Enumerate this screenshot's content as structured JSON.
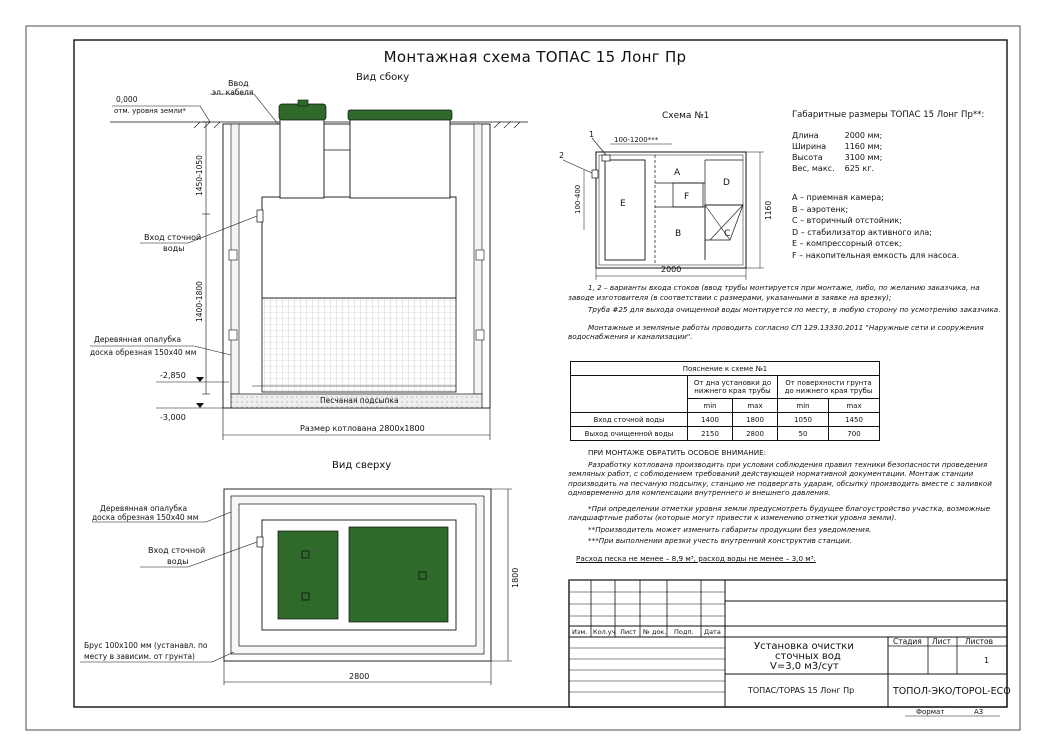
{
  "title": "Монтажная схема ТОПАС 15 Лонг Пр",
  "side_view": {
    "label": "Вид сбоку",
    "cable_entry": [
      "Ввод",
      "эл. кабеля"
    ],
    "ground_level": [
      "0,000",
      "отм. уровня земли*"
    ],
    "dim_upper": "1450-1050",
    "dim_lower": "1400-1800",
    "inlet": [
      "Вход сточной",
      "воды"
    ],
    "formwork": [
      "Деревянная опалубка",
      "доска обрезная 150х40 мм"
    ],
    "level_1": "-2,850",
    "level_2": "-3,000",
    "sand_bed": "Песчаная подсыпка",
    "pit_size": "Размер котлована 2800х1800"
  },
  "top_view": {
    "label": "Вид сверху",
    "formwork": [
      "Деревянная опалубка",
      "доска обрезная 150х40 мм"
    ],
    "inlet": [
      "Вход сточной",
      "воды"
    ],
    "beam": [
      "Брус 100х100 мм (устанавл. по",
      "месту в зависим. от грунта)"
    ],
    "dim_width": "2800",
    "dim_height": "1800"
  },
  "scheme": {
    "label": "Схема №1",
    "callout_1": "1",
    "callout_2": "2",
    "dim_top": "100-1200***",
    "dim_left": "100-400",
    "dim_right": "1160",
    "dim_bottom": "2000",
    "zones": [
      "A",
      "B",
      "C",
      "D",
      "E",
      "F"
    ]
  },
  "dimensions": {
    "heading": "Габаритные размеры ТОПАС 15 Лонг Пр**:",
    "rows": [
      [
        "Длина",
        "2000 мм;"
      ],
      [
        "Ширина",
        "1160 мм;"
      ],
      [
        "Высота",
        "3100 мм;"
      ],
      [
        "Вес, макс.",
        "625 кг."
      ]
    ]
  },
  "legend": [
    "A – приемная камера;",
    "B – аэротенк;",
    "C – вторичный отстойник;",
    "D – стабилизатор активного ила;",
    "E – компрессорный отсек;",
    "F – накопительная емкость для насоса."
  ],
  "notes": [
    "1, 2 – варианты входа  стоков (ввод трубы монтируется при монтаже, либо, по желанию заказчика, на заводе изготовителя (в соответствии с размерами, указанными в заявке на врезку);",
    "Труба #25 для выхода очищенной воды монтируется по месту, в любую сторону по усмотрению заказчика.",
    "Монтажные и земляные работы проводить согласно СП 129.13330.2011 \"Наружные сети и сооружения водоснабжения и канализации\"."
  ],
  "table": {
    "caption": "Пояснение к схеме №1",
    "col_group_1": "От дна установки до нижнего края трубы",
    "col_group_2": "От поверхности грунта до нижнего края трубы",
    "sub": [
      "min",
      "max",
      "min",
      "max"
    ],
    "rows": [
      {
        "name": "Вход сточной воды",
        "values": [
          "1400",
          "1800",
          "1050",
          "1450"
        ]
      },
      {
        "name": "Выход очищенной воды",
        "values": [
          "2150",
          "2800",
          "50",
          "700"
        ]
      }
    ]
  },
  "attention": {
    "heading": "ПРИ МОНТАЖЕ ОБРАТИТЬ ОСОБОЕ ВНИМАНИЕ:",
    "text": "Разработку котлована производить при условии соблюдения правил техники безопасности проведения земляных работ, с соблюдением требований действующей нормативной документации. Монтаж станции производить на песчаную подсыпку, станцию не подвергать ударам, обсыпку производить вместе с заливкой одновременно для компенсации внутреннего и внешнего давления.",
    "star1": "*При определении отметки уровня земли предусмотреть будущее благоустройство участка, возможные ландшафтные работы (которые могут привести к изменению отметки уровня земли).",
    "star2": "**Производитель может изменить габариты продукции без уведомления.",
    "star3": "***При выполнении врезки учесть внутренний конструктив станции.",
    "consumption": "Расход песка не менее – 8,9 м³, расход воды не менее – 3,0 м³."
  },
  "stamp": {
    "cols": [
      "Изм.",
      "Кол.уч",
      "Лист",
      "№ док.",
      "Подп.",
      "Дата"
    ],
    "name": [
      "Установка очистки",
      "сточных вод",
      "V=3,0 м3/сут"
    ],
    "stage": "Стадия",
    "sheet": "Лист",
    "sheets": "Листов",
    "sheets_value": "1",
    "product": "ТОПАС/TOPAS 15 Лонг Пр",
    "company": "ТОПОЛ-ЭКО/TOPOL-ECO",
    "format_label": "Формат",
    "format_value": "А3"
  },
  "colors": {
    "lid": "#2f6a2a",
    "hatch": "#d9d9d9"
  }
}
